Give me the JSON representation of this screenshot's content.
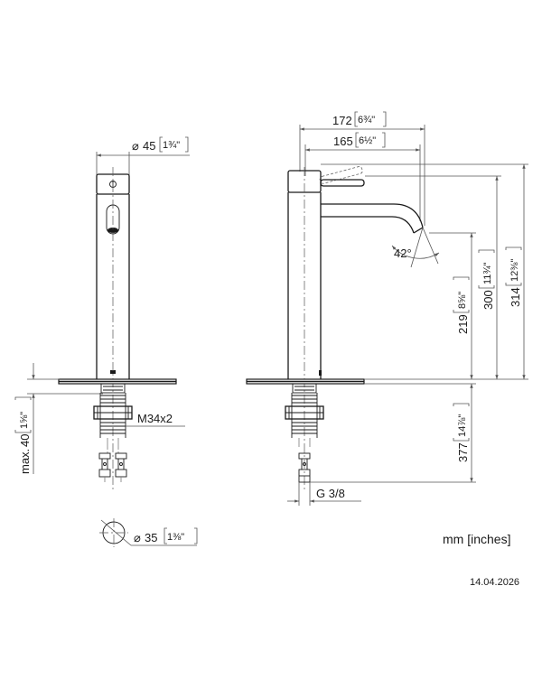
{
  "front_view": {
    "dia_body": {
      "prefix": "⌀",
      "mm": "45",
      "inch": "1¾\""
    },
    "thread": "M34x2",
    "max_depth": {
      "prefix": "max.",
      "mm": "40",
      "inch": "1⅝\""
    },
    "dia_hole": {
      "prefix": "⌀",
      "mm": "35",
      "inch": "1⅜\""
    }
  },
  "side_view": {
    "reach_total": {
      "mm": "172",
      "inch": "6¾\""
    },
    "reach_spout": {
      "mm": "165",
      "inch": "6½\""
    },
    "angle": "42°",
    "height_total": {
      "mm": "314",
      "inch": "12⅜\""
    },
    "height_spout_top": {
      "mm": "300",
      "inch": "11¾\""
    },
    "height_outlet": {
      "mm": "219",
      "inch": "8⅝\""
    },
    "hose_length": {
      "mm": "377",
      "inch": "14⅞\""
    },
    "connection": "G 3/8"
  },
  "units_note": "mm [inches]",
  "date": "14.04.2026"
}
